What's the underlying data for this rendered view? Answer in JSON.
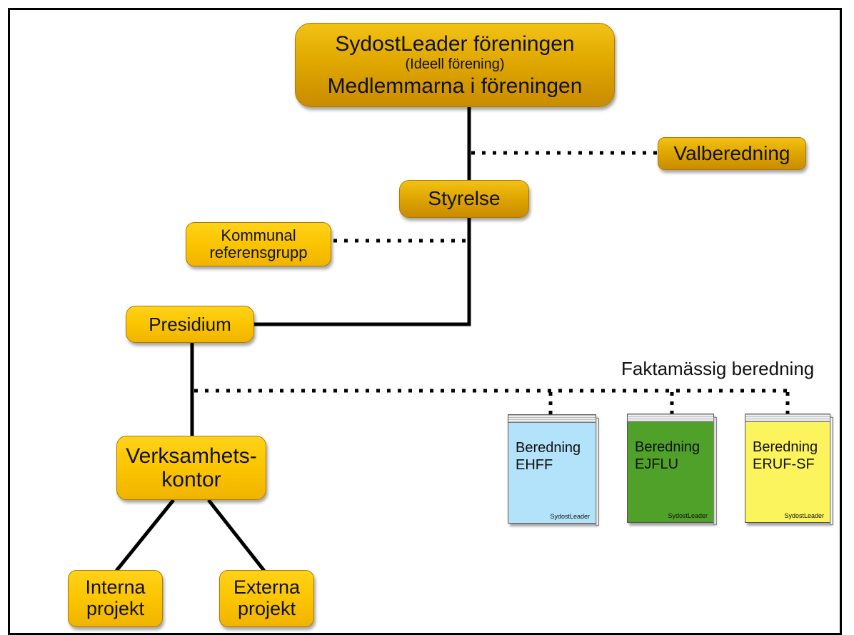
{
  "top": {
    "line1": "SydostLeader föreningen",
    "line2": "(Ideell förening)",
    "line3": "Medlemmarna i föreningen"
  },
  "valberedning": "Valberedning",
  "styrelse": "Styrelse",
  "kommunal": {
    "line1": "Kommunal",
    "line2": "referensgrupp"
  },
  "presidium": "Presidium",
  "verksamhet": {
    "line1": "Verksamhets-",
    "line2": "kontor"
  },
  "interna": {
    "line1": "Interna",
    "line2": "projekt"
  },
  "externa": {
    "line1": "Externa",
    "line2": "projekt"
  },
  "faktamassig": "Faktamässig beredning",
  "books": [
    {
      "line1": "Beredning",
      "line2": "EHFF",
      "brand": "SydostLeader",
      "color": "#b3e2fb"
    },
    {
      "line1": "Beredning",
      "line2": "EJFLU",
      "brand": "SydostLeader",
      "color": "#4fa12a"
    },
    {
      "line1": "Beredning",
      "line2": "ERUF-SF",
      "brand": "SydostLeader",
      "color": "#fbf45c"
    }
  ],
  "colors": {
    "box_dark": "#e0a800",
    "box_light": "#fbc500",
    "line": "#000000"
  }
}
